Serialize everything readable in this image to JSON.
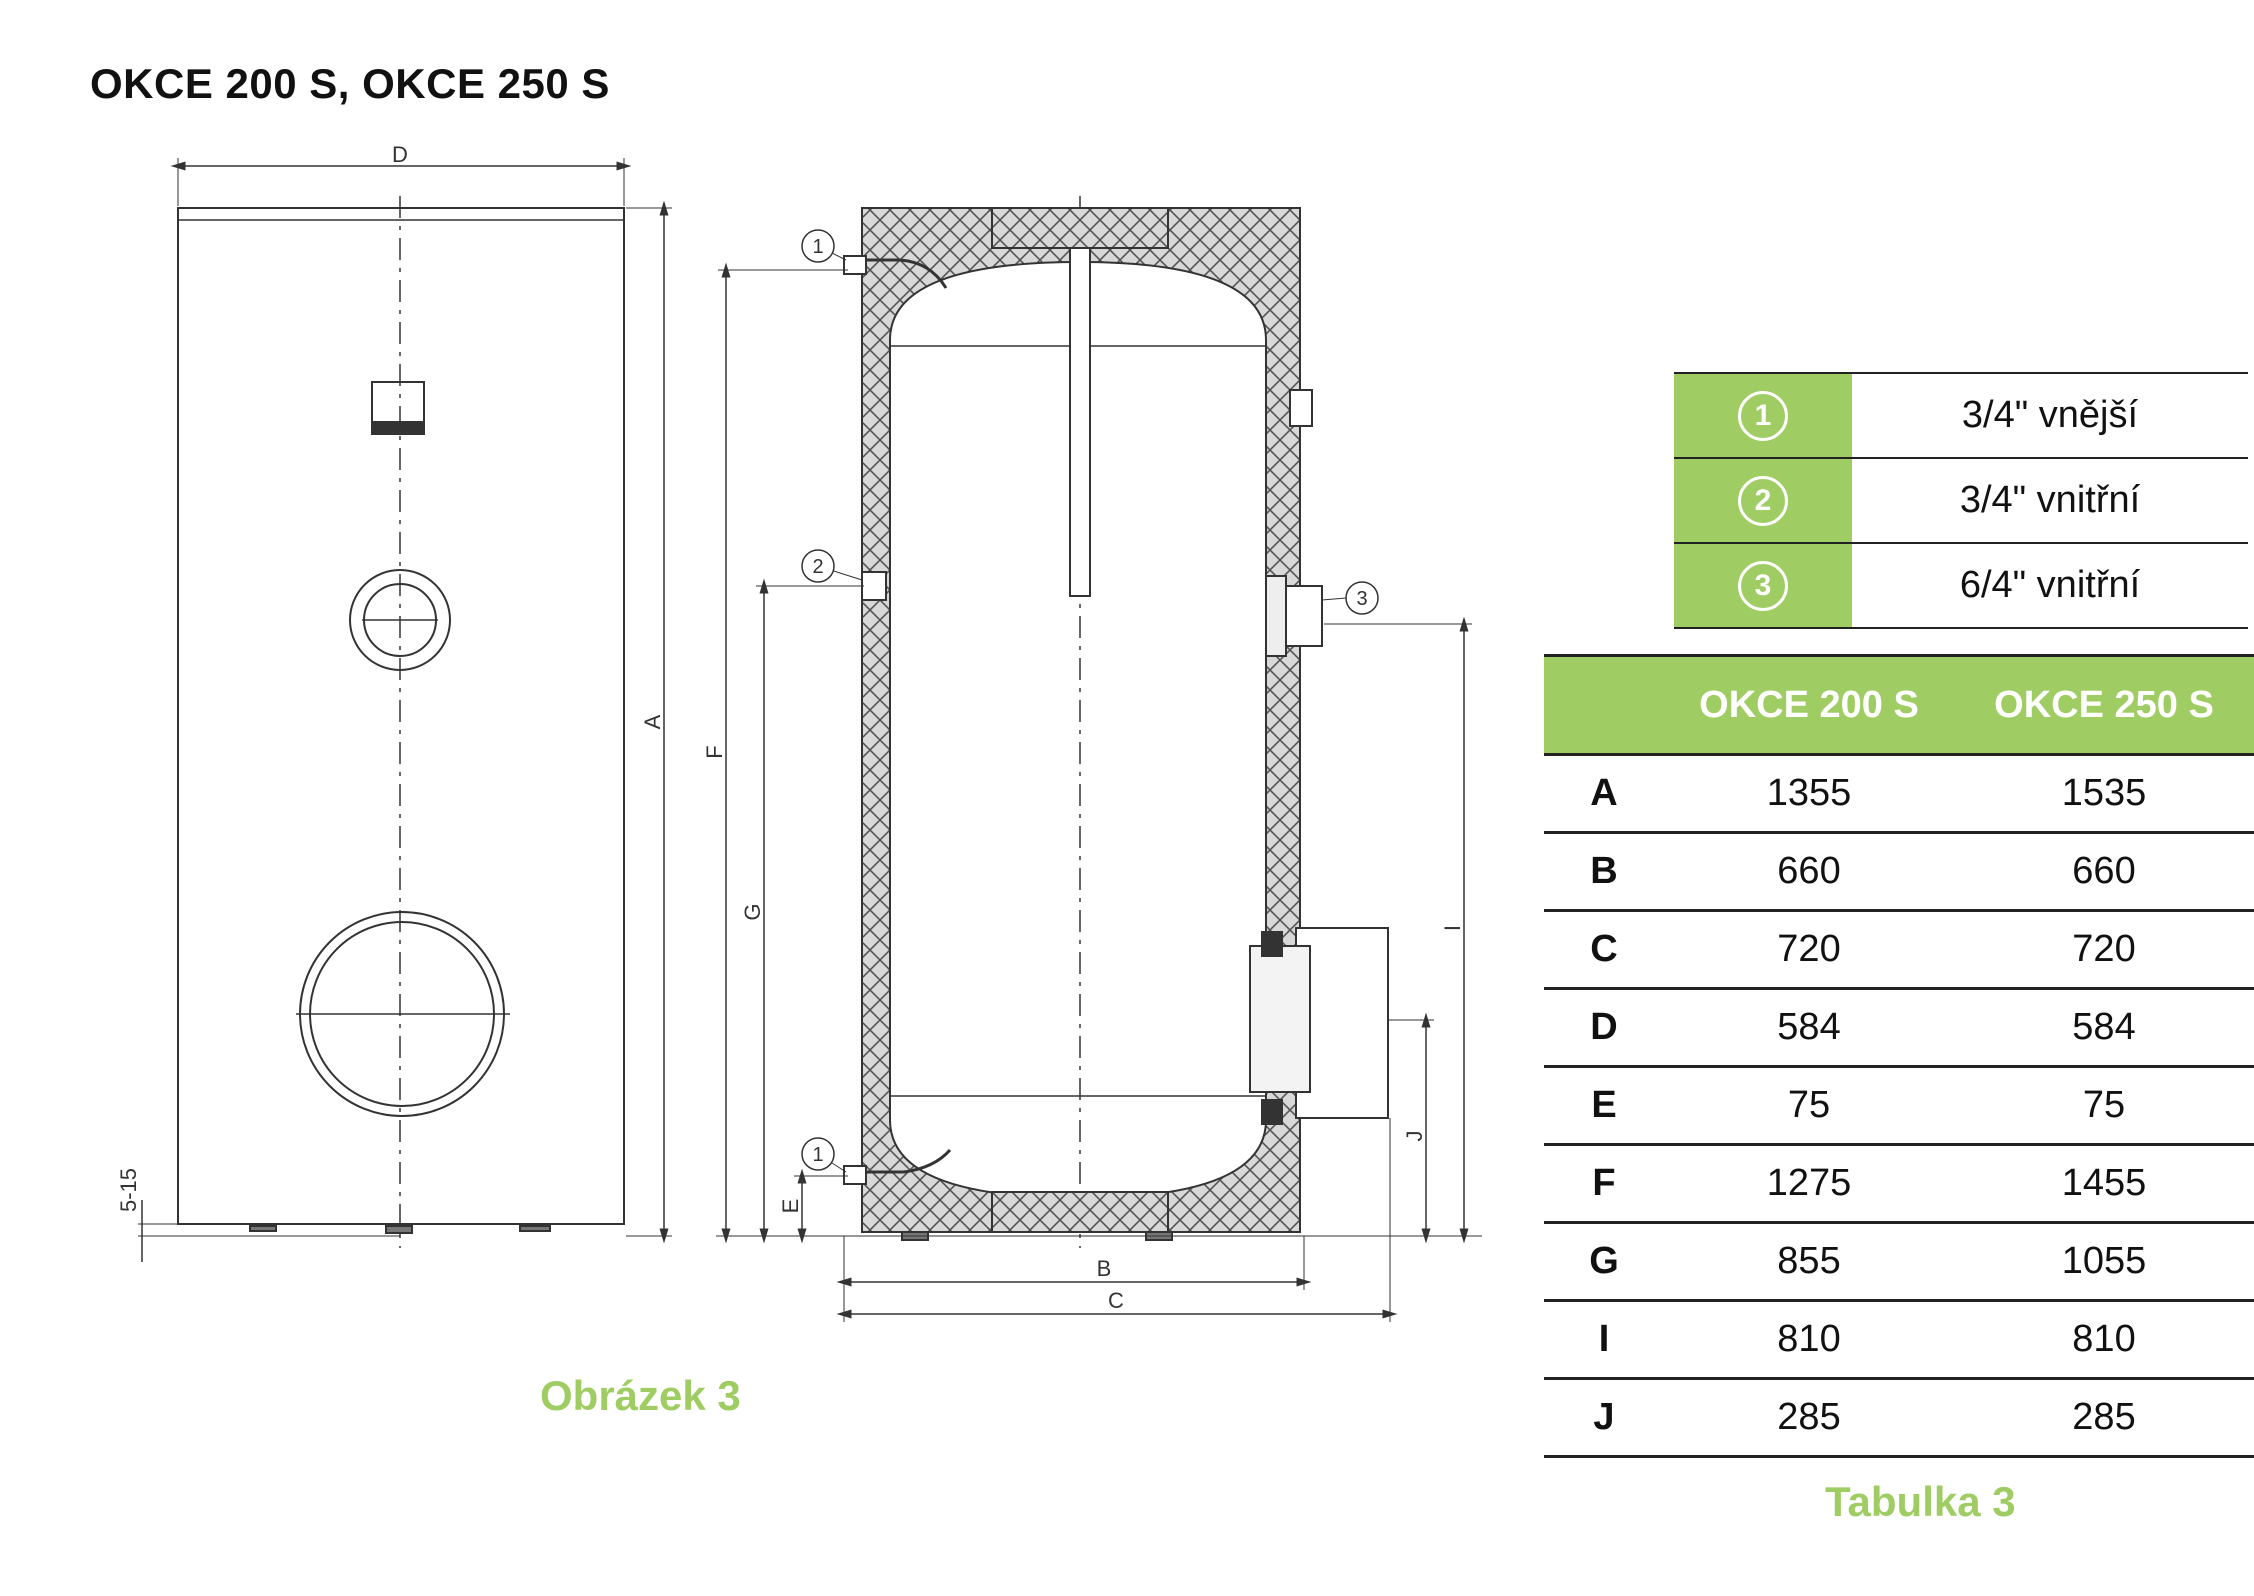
{
  "title": "OKCE 200 S, OKCE 250 S",
  "figure": {
    "caption": "Obrázek 3",
    "dim_labels": {
      "D": "D",
      "A": "A",
      "F": "F",
      "G": "G",
      "E": "E",
      "B": "B",
      "C": "C",
      "I": "I",
      "J": "J",
      "foot": "5-15"
    },
    "callouts": [
      "1",
      "2",
      "3",
      "1"
    ]
  },
  "connections": [
    {
      "num": "1",
      "label": "3/4\" vnější"
    },
    {
      "num": "2",
      "label": "3/4\" vnitřní"
    },
    {
      "num": "3",
      "label": "6/4\" vnitřní"
    }
  ],
  "dimensions_table": {
    "caption": "Tabulka 3",
    "headers": [
      "",
      "OKCE 200 S",
      "OKCE 250 S"
    ],
    "rows": [
      {
        "dim": "A",
        "v200": "1355",
        "v250": "1535"
      },
      {
        "dim": "B",
        "v200": "660",
        "v250": "660"
      },
      {
        "dim": "C",
        "v200": "720",
        "v250": "720"
      },
      {
        "dim": "D",
        "v200": "584",
        "v250": "584"
      },
      {
        "dim": "E",
        "v200": "75",
        "v250": "75"
      },
      {
        "dim": "F",
        "v200": "1275",
        "v250": "1455"
      },
      {
        "dim": "G",
        "v200": "855",
        "v250": "1055"
      },
      {
        "dim": "I",
        "v200": "810",
        "v250": "810"
      },
      {
        "dim": "J",
        "v200": "285",
        "v250": "285"
      }
    ]
  },
  "colors": {
    "accent": "#9fcd63",
    "line": "#222222"
  }
}
